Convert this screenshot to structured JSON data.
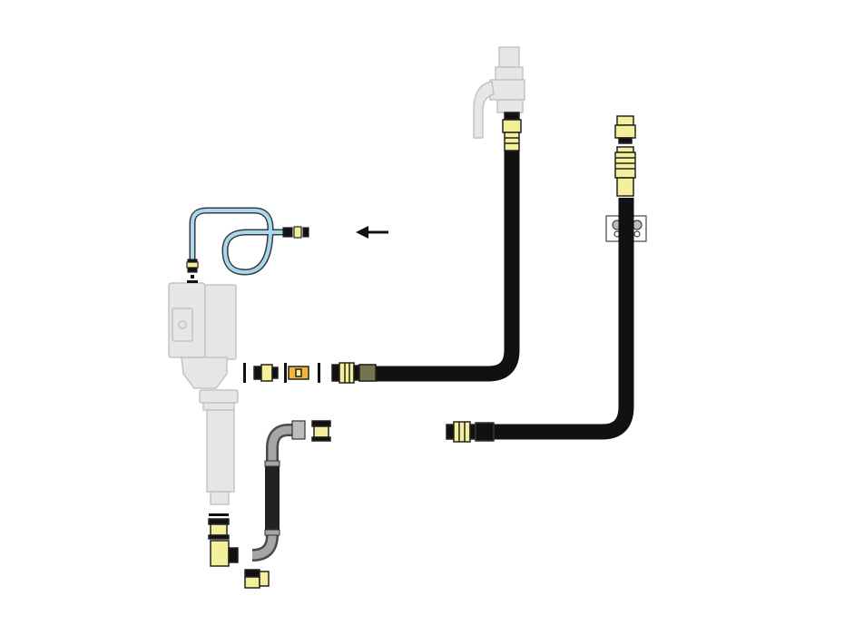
{
  "diagram": {
    "description_visible_text": "",
    "palette": {
      "hose_black": "#111111",
      "fitting_brass": "#f3ef9a",
      "fitting_outline": "#222222",
      "fitting_steel": "#bdbdbd",
      "hose_gray": "#a6a6a6",
      "tube_blue": "#a8d8ee",
      "ghost_gray": "#e6e6e6",
      "ghost_outline": "#c4c4c4",
      "adapter_orange": "#f6b43a",
      "arrow": "#111111"
    },
    "components": [
      {
        "name": "pump-body",
        "style": "ghost"
      },
      {
        "name": "dispense-valve",
        "style": "ghost"
      },
      {
        "name": "blue-bleed-tube",
        "style": "blue"
      },
      {
        "name": "main-black-hose",
        "style": "black"
      },
      {
        "name": "secondary-black-hose",
        "style": "black"
      },
      {
        "name": "gray-suction-hose",
        "style": "gray"
      },
      {
        "name": "quick-coupler",
        "style": "brass"
      },
      {
        "name": "wall-bracket",
        "style": "steel"
      },
      {
        "name": "orange-adapter",
        "style": "orange"
      },
      {
        "name": "direction-arrow",
        "icon": "arrow-left-icon"
      }
    ]
  }
}
